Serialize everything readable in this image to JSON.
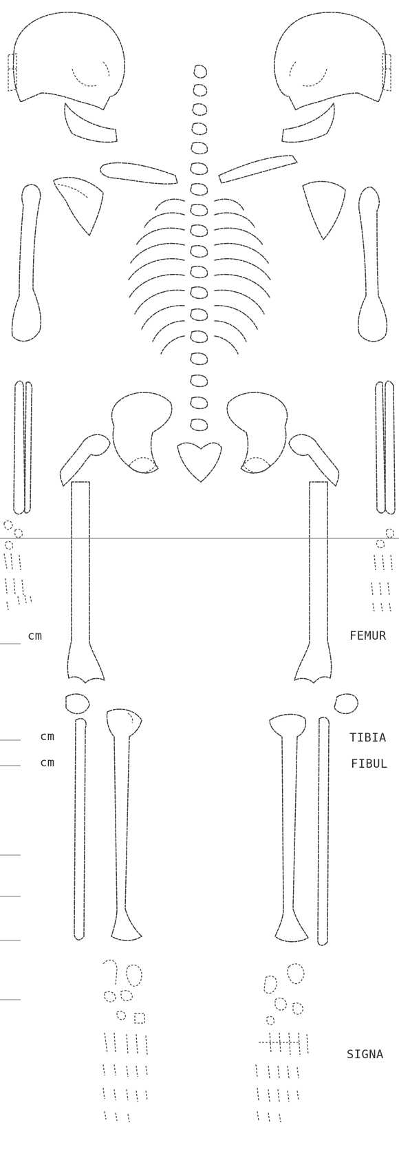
{
  "form": {
    "unit_femur": "cm",
    "unit_tibia": "cm",
    "unit_fibula": "cm",
    "label_femur": "FEMUR",
    "label_tibia": "TIBIA",
    "label_fibula": "FIBUL",
    "label_signature": "SIGNA"
  },
  "colors": {
    "ink": "#3a3a3a",
    "paper": "#ffffff"
  }
}
